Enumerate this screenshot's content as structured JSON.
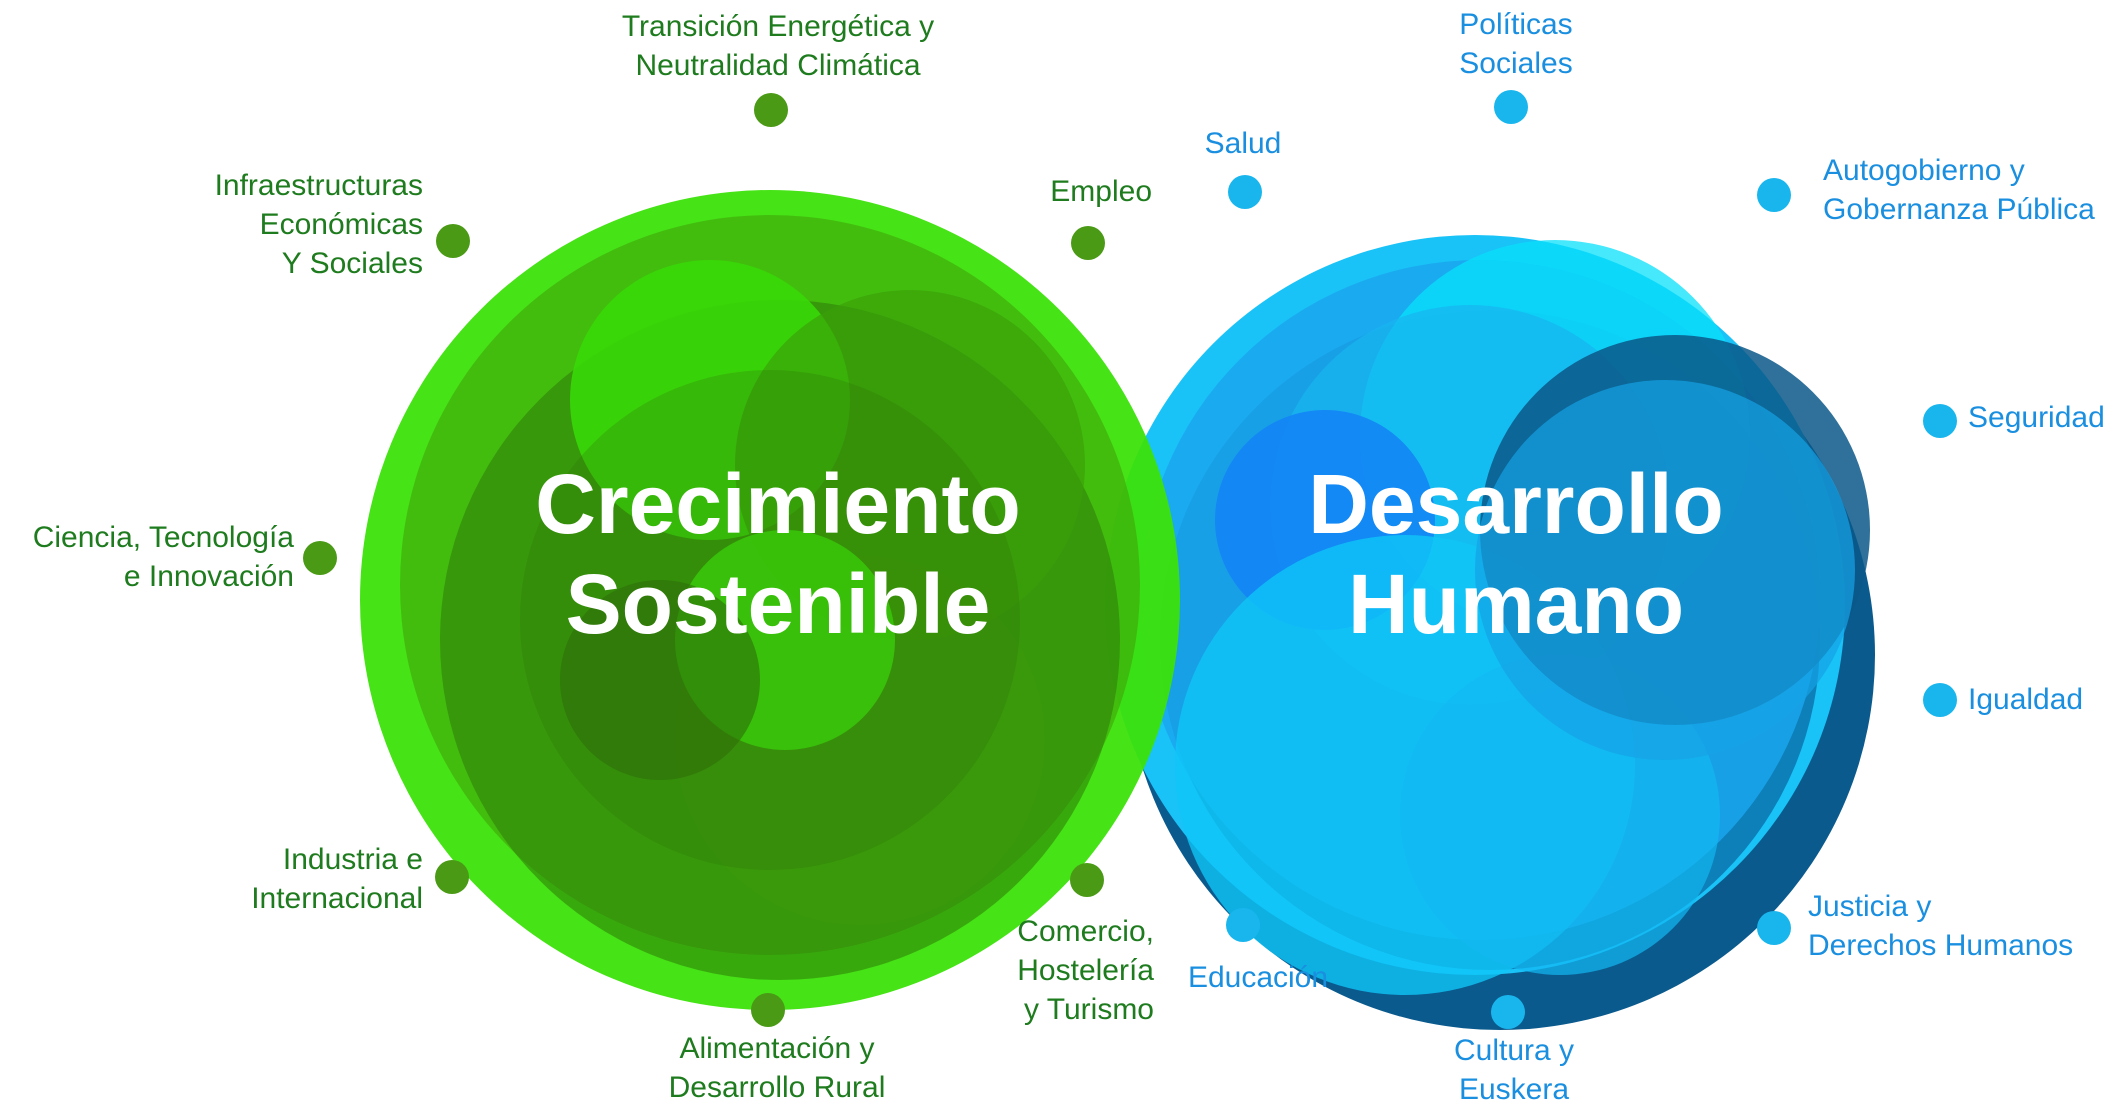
{
  "colors": {
    "green_label": "#1e7b1e",
    "green_dot": "#4a9a16",
    "blue_label": "#1a8fe0",
    "blue_dot": "#19b6ee",
    "title_text": "#ffffff"
  },
  "left_group": {
    "title_line1": "Crecimiento",
    "title_line2": "Sostenible",
    "items": [
      {
        "lines": [
          "Transición Energética y",
          "Neutralidad Climática"
        ]
      },
      {
        "lines": [
          "Empleo"
        ]
      },
      {
        "lines": [
          "Infraestructuras",
          "Económicas",
          "Y Sociales"
        ]
      },
      {
        "lines": [
          "Ciencia, Tecnología",
          "e Innovación"
        ]
      },
      {
        "lines": [
          "Industria e",
          "Internacional"
        ]
      },
      {
        "lines": [
          "Comercio,",
          "Hostelería",
          "y Turismo"
        ]
      },
      {
        "lines": [
          "Alimentación y",
          "Desarrollo Rural"
        ]
      }
    ]
  },
  "right_group": {
    "title_line1": "Desarrollo",
    "title_line2": "Humano",
    "items": [
      {
        "lines": [
          "Políticas",
          "Sociales"
        ]
      },
      {
        "lines": [
          "Salud"
        ]
      },
      {
        "lines": [
          "Autogobierno y",
          "Gobernanza Pública"
        ]
      },
      {
        "lines": [
          "Seguridad"
        ]
      },
      {
        "lines": [
          "Igualdad"
        ]
      },
      {
        "lines": [
          "Justicia y",
          "Derechos Humanos"
        ]
      },
      {
        "lines": [
          "Educación"
        ]
      },
      {
        "lines": [
          "Cultura y",
          "Euskera"
        ]
      }
    ]
  }
}
